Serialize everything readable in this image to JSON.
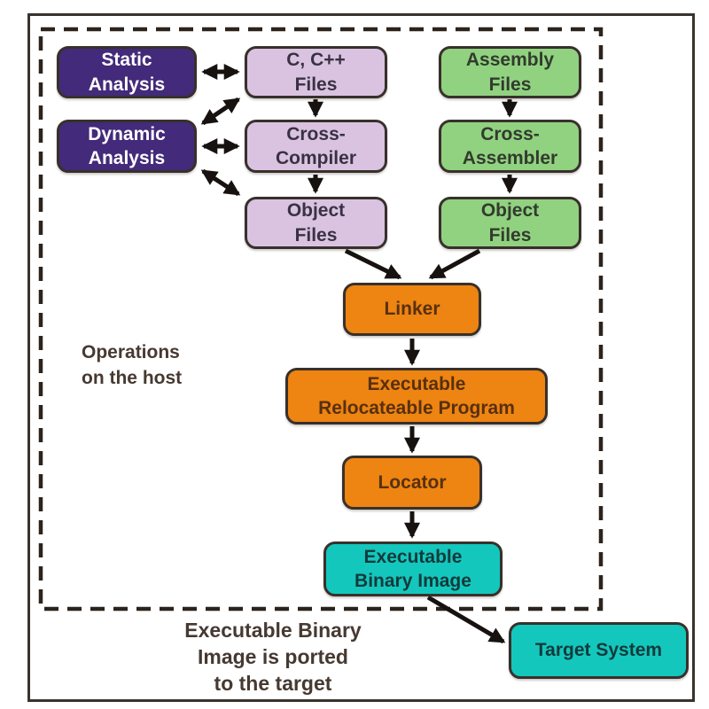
{
  "colors": {
    "deep_purple": "#432a7a",
    "lavender": "#d9c3e1",
    "green": "#91d281",
    "orange": "#ee8411",
    "teal": "#14c7bd",
    "node_border": "#38302b",
    "frame_brown": "#3a322c",
    "dash_ink": "#2b231c",
    "arrow_ink": "#17120f",
    "white_text": "#ffffff",
    "lavender_text": "#3a3142",
    "green_text": "#323b2d",
    "orange_text": "#58300f",
    "teal_text": "#123a3b",
    "note_text": "#463931"
  },
  "nodes": {
    "static_analysis": "Static\nAnalysis",
    "dynamic_analysis": "Dynamic\nAnalysis",
    "c_cpp_files": "C, C++\nFiles",
    "cross_compiler": "Cross-\nCompiler",
    "object_files_c": "Object\nFiles",
    "assembly_files": "Assembly\nFiles",
    "cross_assembler": "Cross-\nAssembler",
    "object_files_asm": "Object\nFiles",
    "linker": "Linker",
    "exec_reloc_program": "Executable\nRelocateable Program",
    "locator": "Locator",
    "exec_binary_image": "Executable\nBinary Image",
    "target_system": "Target System"
  },
  "annotations": {
    "host_label": "Operations\non the host",
    "ported_label": "Executable Binary\nImage is ported\nto the target"
  }
}
